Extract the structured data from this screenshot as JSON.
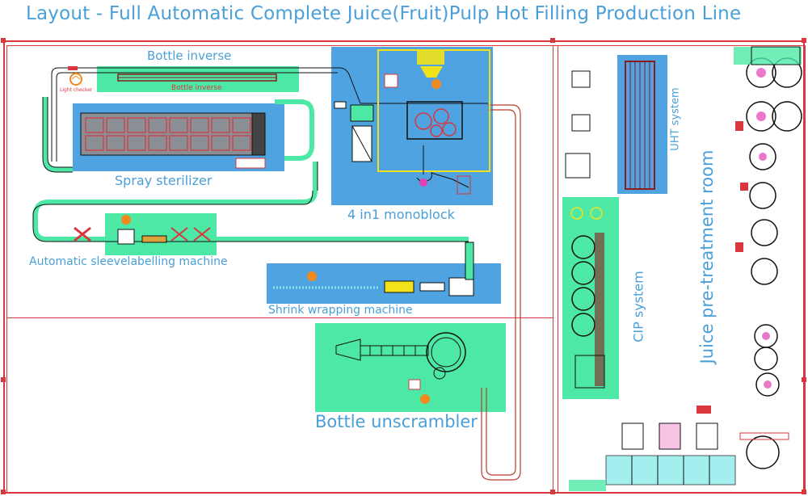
{
  "title": "Layout - Full Automatic Complete Juice(Fruit)Pulp Hot Filling Production Line",
  "colors": {
    "wall": "#d9363e",
    "label_text": "#4a9fd8",
    "panel_green": "#4ee8a6",
    "panel_blue": "#4fa3e0",
    "conveyor": "#4ee8a6",
    "machine_outline": "#111111",
    "machine_accent": "#d9363e",
    "orange_mark": "#f08a1e",
    "yellow_line": "#f2e21a",
    "magenta_part": "#e23fb5",
    "cyan_tank": "#7de8e8"
  },
  "stations": {
    "bottle_inverse": {
      "label": "Bottle inverse",
      "inner_label": "Bottle inverse",
      "light_checker": "Light checker"
    },
    "spray_sterilizer": {
      "label": "Spray sterilizer"
    },
    "monoblock": {
      "label": "4 in1 monoblock"
    },
    "sleeve_labelling": {
      "label": "Automatic sleevelabelling machine"
    },
    "shrink_wrapping": {
      "label": "Shrink wrapping machine"
    },
    "bottle_unscrambler": {
      "label": "Bottle unscrambler"
    },
    "uht": {
      "label": "UHT system"
    },
    "cip": {
      "label": "CIP system"
    },
    "pretreatment": {
      "label": "Juice pre-treatment room"
    }
  }
}
